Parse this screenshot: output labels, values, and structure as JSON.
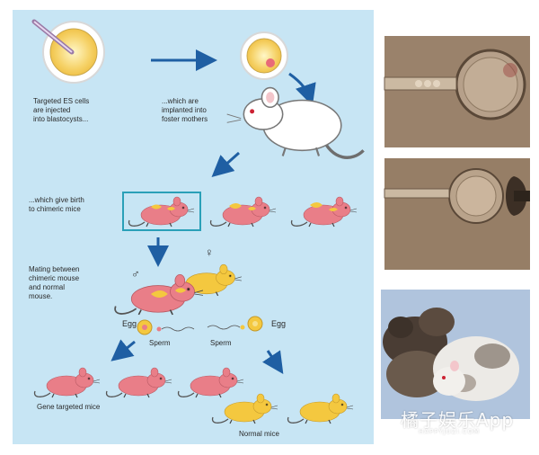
{
  "diagram": {
    "step_injection": "Targeted ES cells\nare injected\ninto blastocysts...",
    "step_implant": "...which are\nimplanted into\nfoster mothers",
    "step_birth": "...which give birth\nto chimeric mice",
    "step_mating": "Mating between\nchimeric mouse\nand normal\nmouse.",
    "egg_left": "Egg",
    "sperm_left": "Sperm",
    "sperm_right": "Sperm",
    "egg_right": "Egg",
    "result_targeted": "Gene targeted mice",
    "result_normal": "Normal mice",
    "male_symbol": "♂",
    "female_symbol": "♀"
  },
  "colors": {
    "panel_bg": "#c7e5f4",
    "arrow": "#1f5fa3",
    "pink_mouse": "#e97e88",
    "yellow_mouse": "#f4c83f",
    "highlight_box": "#2aa0b8"
  },
  "watermark": {
    "logo_text": "橘子娱乐App",
    "url_text": "HAPPYJUZI.COM"
  }
}
